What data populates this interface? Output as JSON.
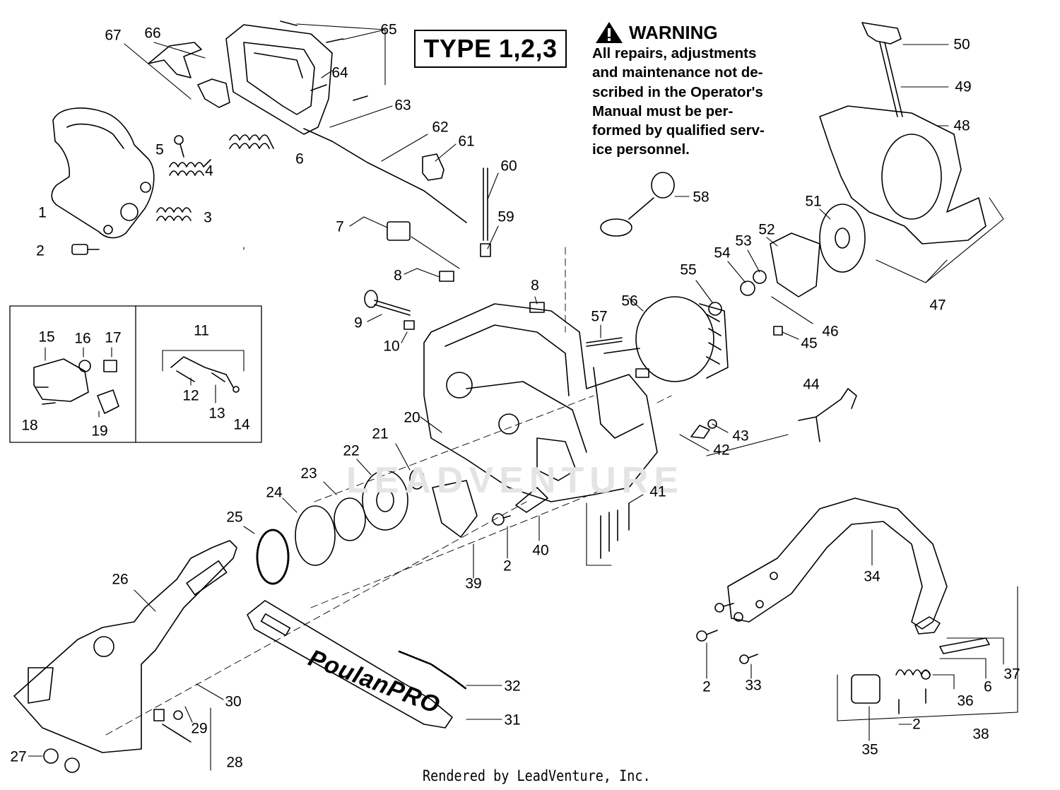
{
  "header": {
    "type_label": "TYPE 1,2,3"
  },
  "warning": {
    "title": "WARNING",
    "lines": [
      "All repairs, adjustments",
      "and maintenance not de-",
      "scribed in the Operator's",
      "Manual must be per-",
      "formed by qualified serv-",
      "ice personnel."
    ]
  },
  "brand_text": "PoulanPRO",
  "watermark": "LEADVENTURE",
  "footer": "Rendered by LeadVenture, Inc.",
  "part_labels": [
    "67",
    "66",
    "65",
    "64",
    "63",
    "62",
    "61",
    "60",
    "59",
    "58",
    "50",
    "49",
    "48",
    "5",
    "4",
    "6",
    "3",
    "1",
    "2",
    "7",
    "8",
    "8",
    "9",
    "10",
    "57",
    "56",
    "55",
    "54",
    "53",
    "52",
    "51",
    "47",
    "46",
    "45",
    "11",
    "15",
    "16",
    "17",
    "12",
    "13",
    "14",
    "18",
    "19",
    "20",
    "21",
    "22",
    "23",
    "24",
    "25",
    "44",
    "43",
    "42",
    "41",
    "40",
    "39",
    "2",
    "26",
    "34",
    "2",
    "33",
    "32",
    "31",
    "30",
    "29",
    "28",
    "27",
    "37",
    "6",
    "36",
    "2",
    "35",
    "38"
  ]
}
